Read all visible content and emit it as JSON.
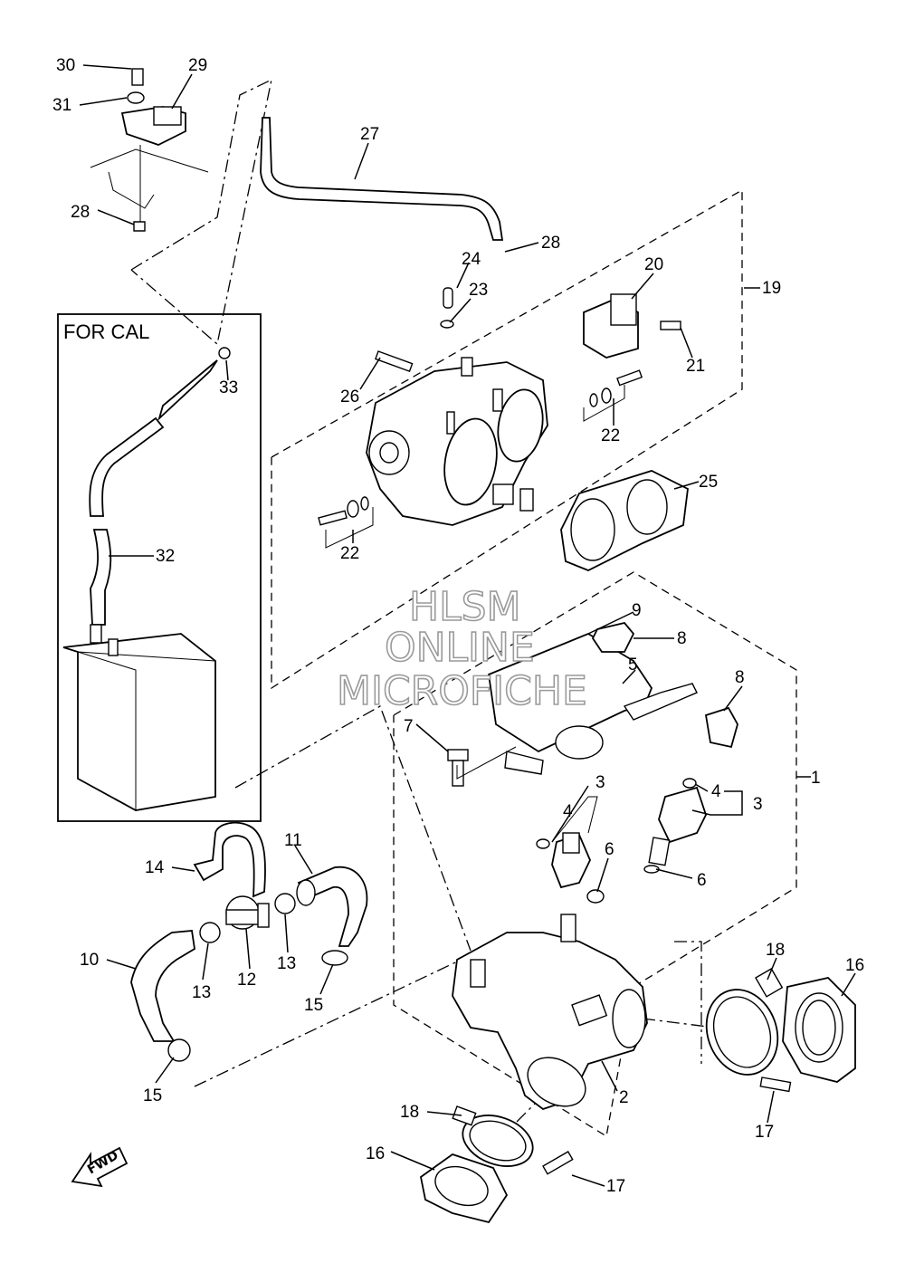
{
  "box_title": "FOR CAL",
  "watermark": [
    "HLSM",
    "ONLINE",
    "MICROFICHE"
  ],
  "fwd_label": "FWD",
  "callouts": [
    {
      "id": "c30",
      "text": "30"
    },
    {
      "id": "c29",
      "text": "29"
    },
    {
      "id": "c31",
      "text": "31"
    },
    {
      "id": "c27",
      "text": "27"
    },
    {
      "id": "c28a",
      "text": "28"
    },
    {
      "id": "c28b",
      "text": "28"
    },
    {
      "id": "c24",
      "text": "24"
    },
    {
      "id": "c23",
      "text": "23"
    },
    {
      "id": "c20",
      "text": "20"
    },
    {
      "id": "c19",
      "text": "19"
    },
    {
      "id": "c21",
      "text": "21"
    },
    {
      "id": "c26",
      "text": "26"
    },
    {
      "id": "c33",
      "text": "33"
    },
    {
      "id": "c22a",
      "text": "22"
    },
    {
      "id": "c22b",
      "text": "22"
    },
    {
      "id": "c25",
      "text": "25"
    },
    {
      "id": "c32",
      "text": "32"
    },
    {
      "id": "c9",
      "text": "9"
    },
    {
      "id": "c8a",
      "text": "8"
    },
    {
      "id": "c5",
      "text": "5"
    },
    {
      "id": "c8b",
      "text": "8"
    },
    {
      "id": "c7",
      "text": "7"
    },
    {
      "id": "c1",
      "text": "1"
    },
    {
      "id": "c3a",
      "text": "3"
    },
    {
      "id": "c4a",
      "text": "4"
    },
    {
      "id": "c4b",
      "text": "4"
    },
    {
      "id": "c3b",
      "text": "3"
    },
    {
      "id": "c6a",
      "text": "6"
    },
    {
      "id": "c6b",
      "text": "6"
    },
    {
      "id": "c14",
      "text": "14"
    },
    {
      "id": "c11",
      "text": "11"
    },
    {
      "id": "c10",
      "text": "10"
    },
    {
      "id": "c13a",
      "text": "13"
    },
    {
      "id": "c12",
      "text": "12"
    },
    {
      "id": "c13b",
      "text": "13"
    },
    {
      "id": "c15a",
      "text": "15"
    },
    {
      "id": "c15b",
      "text": "15"
    },
    {
      "id": "c18a",
      "text": "18"
    },
    {
      "id": "c16a",
      "text": "16"
    },
    {
      "id": "c17a",
      "text": "17"
    },
    {
      "id": "c2",
      "text": "2"
    },
    {
      "id": "c18b",
      "text": "18"
    },
    {
      "id": "c16b",
      "text": "16"
    },
    {
      "id": "c17b",
      "text": "17"
    }
  ]
}
